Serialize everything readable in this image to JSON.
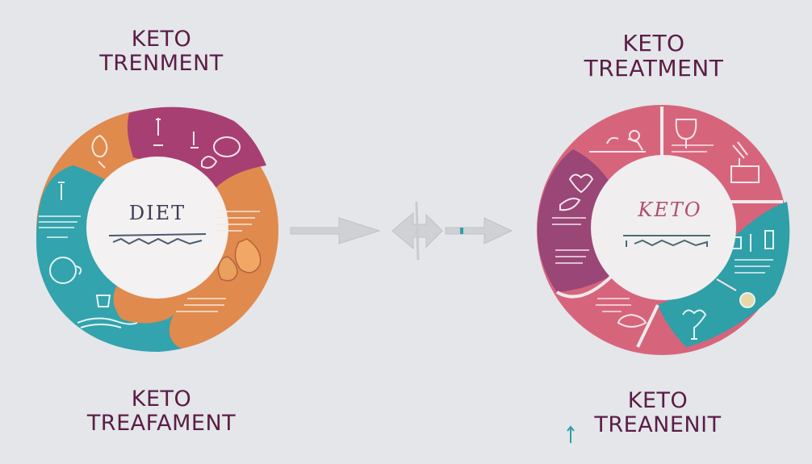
{
  "headings": {
    "top_left": {
      "line1": "KETO",
      "line2": "TRENMENT"
    },
    "top_right": {
      "line1": "KETO",
      "line2": "TREATMENT"
    },
    "bottom_left": {
      "line1": "KETO",
      "line2": "TREAFAMENT"
    },
    "bottom_right": {
      "line1": "KETO",
      "line2": "TREANENIT"
    }
  },
  "left_wheel": {
    "center_label": "DIET",
    "segment_colors": {
      "orange": "#e08a4e",
      "magenta": "#a83f72",
      "teal": "#33a3ad",
      "center": "#f3f1f2"
    }
  },
  "right_wheel": {
    "center_label": "KETO",
    "segment_colors": {
      "pink": "#d6657c",
      "purple": "#9a4676",
      "teal": "#2f9fa8",
      "center": "#f1eef0"
    }
  },
  "colors": {
    "heading": "#5b1d46",
    "background": "#e4e6e9",
    "arrow": "#c9cbce"
  },
  "icons": {
    "left": [
      "person-icon",
      "figure-icon",
      "bread-icon",
      "fruit-icon",
      "teapot-icon",
      "cup-icon",
      "noodles-icon",
      "pear-icon"
    ],
    "right": [
      "massage-icon",
      "glass-icon",
      "heart-icon",
      "leaf-icon",
      "toaster-icon",
      "jars-icon",
      "plate-icon",
      "heart-plant-icon",
      "spoon-icon"
    ]
  }
}
